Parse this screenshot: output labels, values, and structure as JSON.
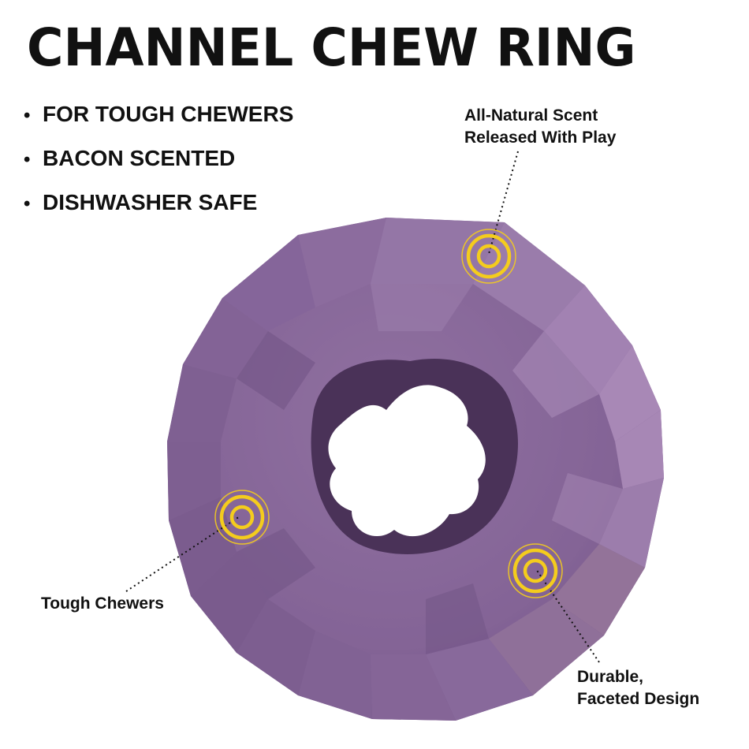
{
  "title": "CHANNEL CHEW RING",
  "bullets": [
    "FOR TOUGH CHEWERS",
    "BACON SCENTED",
    "DISHWASHER SAFE"
  ],
  "bullet_glyph": "•",
  "callouts": {
    "scent": {
      "line1": "All-Natural Scent",
      "line2": "Released With Play"
    },
    "tough": {
      "line1": "Tough Chewers"
    },
    "durable": {
      "line1": "Durable,",
      "line2": "Faceted Design"
    }
  },
  "colors": {
    "product_base": "#8a6a9c",
    "product_light": "#a384b2",
    "product_dark": "#6e5181",
    "target_ring": "#f4cc1d",
    "text": "#111111"
  },
  "icons": [
    "target-ring-icon"
  ]
}
